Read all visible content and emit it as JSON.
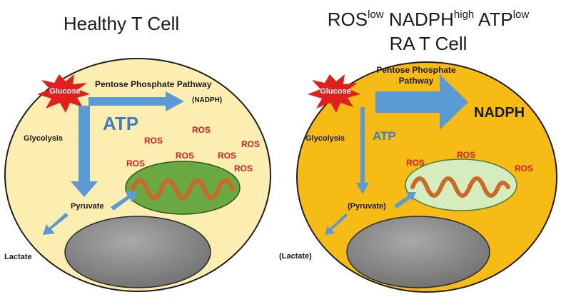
{
  "left_panel": {
    "title": "Healthy T Cell",
    "glucose": "Glucose",
    "ppp": "Pentose Phosphate Pathway",
    "nadph": "(NADPH)",
    "atp": "ATP",
    "glycolysis": "Glycolysis",
    "pyruvate": "Pyruvate",
    "lactate": "Lactate",
    "ros": "ROS"
  },
  "right_panel": {
    "title_parts": {
      "ros": "ROS",
      "ros_sup": "low",
      "nadph": "NADPH",
      "nadph_sup": "high",
      "atp": "ATP",
      "atp_sup": "low"
    },
    "title_line2": "RA T Cell",
    "glucose": "Glucose",
    "ppp_line1": "Pentose Phosphate",
    "ppp_line2": "Pathway",
    "nadph": "NADPH",
    "atp": "ATP",
    "glycolysis": "Glycolysis",
    "pyruvate": "(Pyruvate)",
    "lactate": "(Lactate)",
    "ros": "ROS"
  },
  "colors": {
    "healthy_cell": "#fbeeb0",
    "ra_cell": "#f6bb15",
    "arrow": "#5b9bd5",
    "glucose_star": "#e0201c",
    "ros_text": "#d42020",
    "mito_healthy": "#6aa843",
    "mito_ra": "#d5ecbe",
    "cristae": "#c96a2a",
    "nucleus": "#8c8c8c"
  }
}
